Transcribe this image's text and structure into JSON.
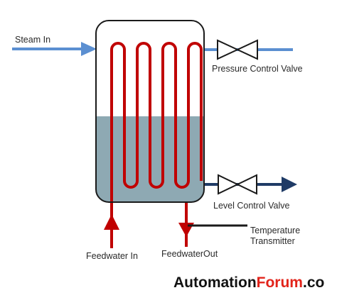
{
  "labels": {
    "steam_in": "Steam In",
    "pressure_control_valve": "Pressure Control Valve",
    "level_control_valve": "Level Control Valve",
    "temperature_transmitter_line1": "Temperature",
    "temperature_transmitter_line2": "Transmitter",
    "feedwater_in": "Feedwater In",
    "feedwater_out": "FeedwaterOut"
  },
  "brand": {
    "part1": "Automation",
    "part2": "Forum",
    "part3": ".co"
  },
  "colors": {
    "steam_pipe": "#5b8fd1",
    "coil": "#c00000",
    "liquid": "#8ea9b3",
    "vessel_outline": "#1a1a1a",
    "outlet_pipe": "#1f3b66",
    "brand_accent": "#e2231a"
  },
  "icons": {
    "valves": "gate-valve-icon",
    "arrows": "flow-arrow-icon"
  }
}
